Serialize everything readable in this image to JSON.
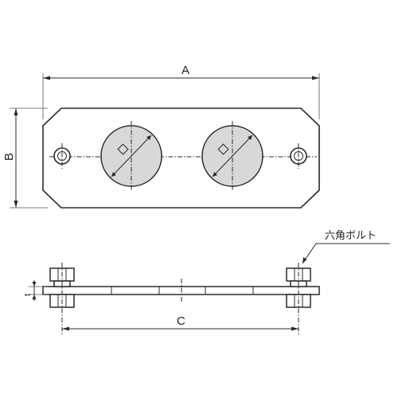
{
  "dimensions": {
    "length_label": "A",
    "width_label": "B",
    "bolt_spacing_label": "C",
    "thickness_label": "t"
  },
  "callouts": {
    "bolt_label": "六角ボルト"
  }
}
